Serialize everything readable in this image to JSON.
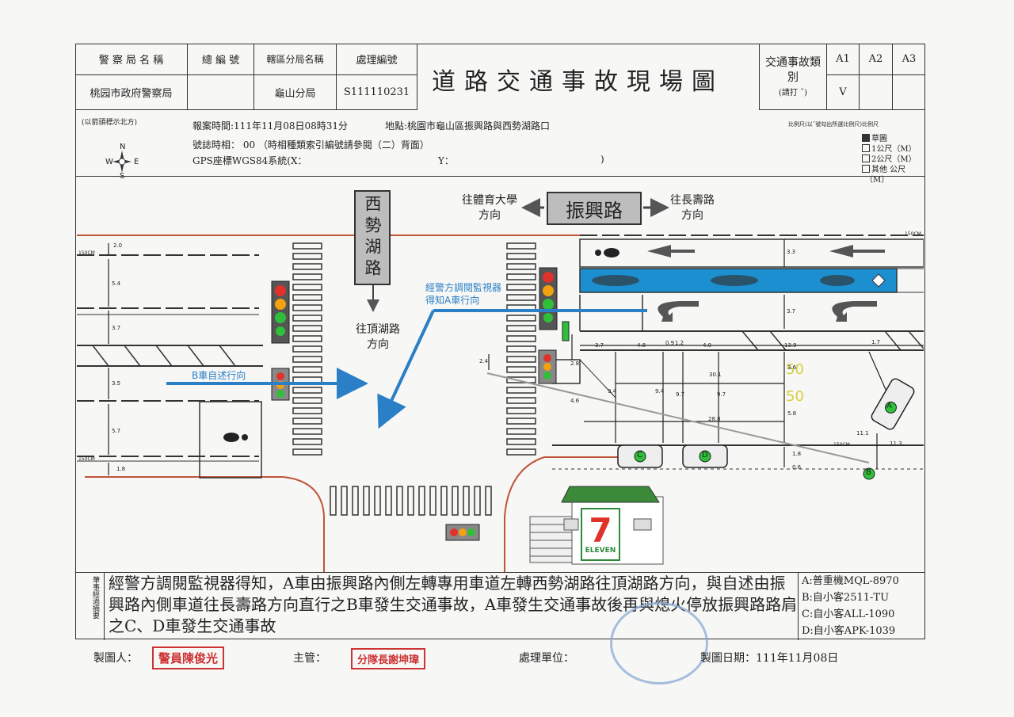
{
  "header": {
    "agency_label": "警 察 局 名 稱",
    "agency_value": "桃园市政府警察局",
    "serial_label": "總 編 號",
    "serial_value": "",
    "branch_label": "轄區分局名稱",
    "branch_value": "龜山分局",
    "case_label": "處理編號",
    "case_value": "S111110231",
    "title": "道路交通事故現場圖",
    "category_label": "交通事故類別",
    "category_hint": "(請打 ˇ)",
    "category_options": [
      "A1",
      "A2",
      "A3"
    ],
    "category_mark": "V"
  },
  "info": {
    "north_note": "(以箭頭標示北方)",
    "report_time": "報案時間:111年11月08日08時31分",
    "location": "地點:桃園市龜山區振興路與西勢湖路口",
    "signal_phase": "號誌時相： 00 （時相種類索引編號請參閱（二）背面）",
    "gps_prefix": "GPS座標WGS84系統(X：",
    "gps_y": "Y：",
    "gps_end": ")",
    "scale_title": "比例尺(以ˇ號勾出所選比例尺)比例尺",
    "scale_options": [
      "草圖",
      "1公尺（M）",
      "2公尺（M）",
      "其他 公尺"
    ],
    "scale_unit": "（M）"
  },
  "compass": {
    "n": "N",
    "s": "S",
    "e": "E",
    "w": "W"
  },
  "map": {
    "road_xishi": "西勢湖路",
    "road_zhenxing": "振興路",
    "dir_tiyu": "往體育大學方向",
    "dir_changshou": "往長壽路方向",
    "dir_dinghu": "往頂湖路方向",
    "note_monitor": "經警方調閱監視器得知A車行向",
    "note_b_dir": "B車自述行向",
    "speed": "50",
    "store": "ELEVEN",
    "vehicles": [
      "A",
      "B",
      "C",
      "D"
    ],
    "measure": [
      "2.0",
      "5.4",
      "3.7",
      "3.5",
      "5.7",
      "1.8",
      "3.3",
      "3.7",
      "3.7",
      "4.8",
      "0.9",
      "1.2",
      "4.0",
      "13.9",
      "1.7",
      "2.8",
      "2.4",
      "4.6",
      "9.4",
      "9.4",
      "9.7",
      "9.7",
      "30.1",
      "28.8",
      "3.6",
      "5.8",
      "1.8",
      "0.6",
      "11.1",
      "11.3",
      "150CM",
      "150CM",
      "150CM",
      "150CM"
    ]
  },
  "description": {
    "side_label": "肇事經過摘要",
    "text": "經警方調閱監視器得知，A車由振興路內側左轉專用車道左轉西勢湖路往頂湖路方向，與自述由振興路內側車道往長壽路方向直行之B車發生交通事故，A車發生交通事故後再與熄火停放振興路路肩之C、D車發生交通事故",
    "vehicles": [
      "A:普重機MQL-8970",
      "B:自小客2511-TU",
      "C:自小客ALL-1090",
      "D:自小客APK-1039"
    ]
  },
  "footer": {
    "drawer_label": "製圖人：",
    "drawer_stamp": "警員陳俊光",
    "supervisor_label": "主管：",
    "supervisor_stamp": "分隊長謝坤瑋",
    "unit_label": "處理單位：",
    "date_label": "製圖日期：111年11月08日"
  },
  "colors": {
    "blue_lane": "#1c8fd1",
    "arrow_blue": "#2a7fc7",
    "road_red": "#c0553a",
    "stamp_red": "#cc3333"
  }
}
